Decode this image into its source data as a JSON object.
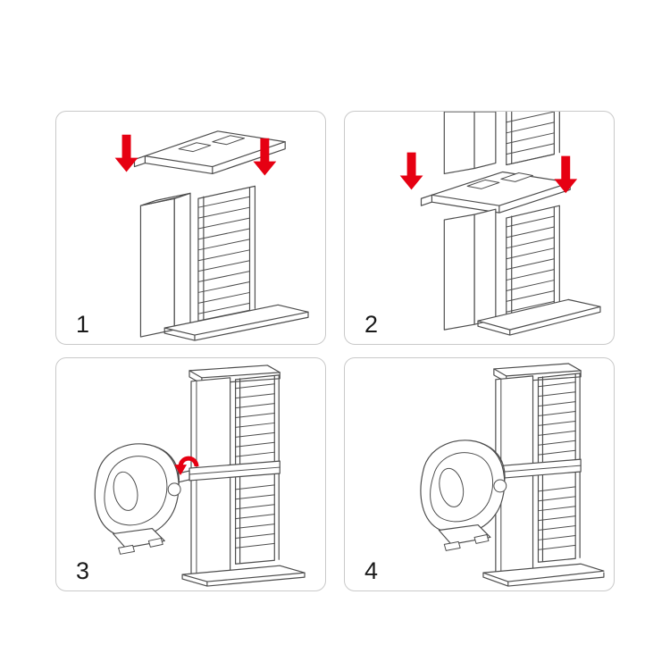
{
  "figure": {
    "background": "#ffffff",
    "panel_border_color": "#c9c9c9",
    "line_color": "#4d4d4d",
    "arrow_color": "#e60012",
    "panels": [
      {
        "number": "1",
        "illustration": "lower-top-cover-onto-disc-tower"
      },
      {
        "number": "2",
        "illustration": "stack-upper-tower-section-onto-bracket"
      },
      {
        "number": "3",
        "illustration": "hook-headset-holder-onto-tower-bracket"
      },
      {
        "number": "4",
        "illustration": "headset-holder-mounted-on-tower"
      }
    ]
  }
}
